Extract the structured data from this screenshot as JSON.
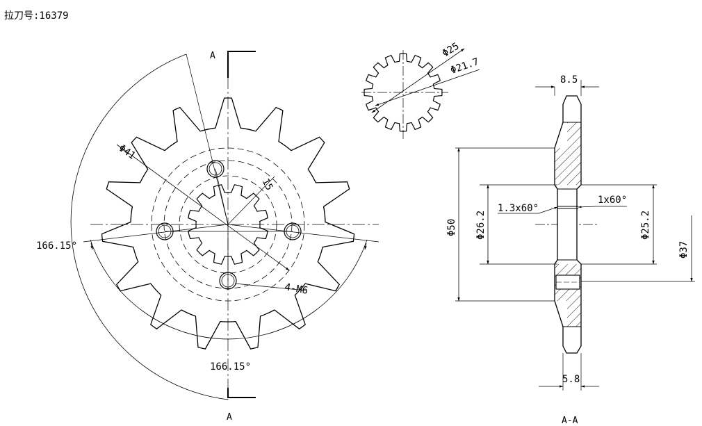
{
  "header": {
    "broach_no": "拉刀号:16379"
  },
  "section": {
    "cut_letter": "A",
    "view_label": "A-A"
  },
  "front_view": {
    "teeth": 15,
    "d_pcd": "Φ41",
    "tooth_count_label": "15",
    "bolt_holes": "4-M6",
    "angle_left": "166.15°",
    "angle_bottom": "166.15°"
  },
  "spline_view": {
    "d_outer": "Φ25",
    "d_inner": "Φ21.7"
  },
  "side_view": {
    "width_top": "8.5",
    "width_hub": "5.8",
    "d_tip": "Φ50",
    "d_bore": "Φ26.2",
    "chamfer_left": "1.3x60°",
    "chamfer_right": "1x60°",
    "d_spline": "Φ25.2",
    "d_hub": "Φ37"
  },
  "colors": {
    "ink": "#000000",
    "paper": "#ffffff"
  }
}
